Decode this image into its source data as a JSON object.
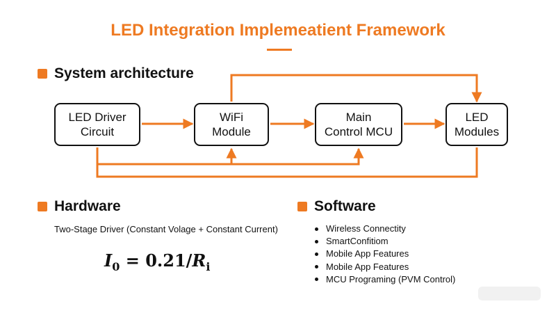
{
  "title": "LED Integration Implemeatient Framework",
  "sections": {
    "architecture": "System architecture",
    "hardware": "Hardware",
    "software": "Software"
  },
  "nodes": {
    "led_driver": "LED Driver\nCircuit",
    "wifi": "WiFi\nModule",
    "mcu": "Main\nControl MCU",
    "led_modules": "LED\nModules"
  },
  "hardware": {
    "description": "Two-Stage Driver (Constant Volage + Constant Current)",
    "formula_lhs": "I",
    "formula_sub": "0",
    "formula_rhs": " = 0.21/",
    "formula_var": "R",
    "formula_var_sub": "i"
  },
  "software": {
    "items": [
      "Wireless Connectity",
      "SmartConfitiom",
      "Mobile App Features",
      "Mobile App Features",
      "MCU Programing (PVM Control)"
    ]
  },
  "colors": {
    "accent": "#ee7a22",
    "text": "#111111",
    "background": "#ffffff"
  }
}
